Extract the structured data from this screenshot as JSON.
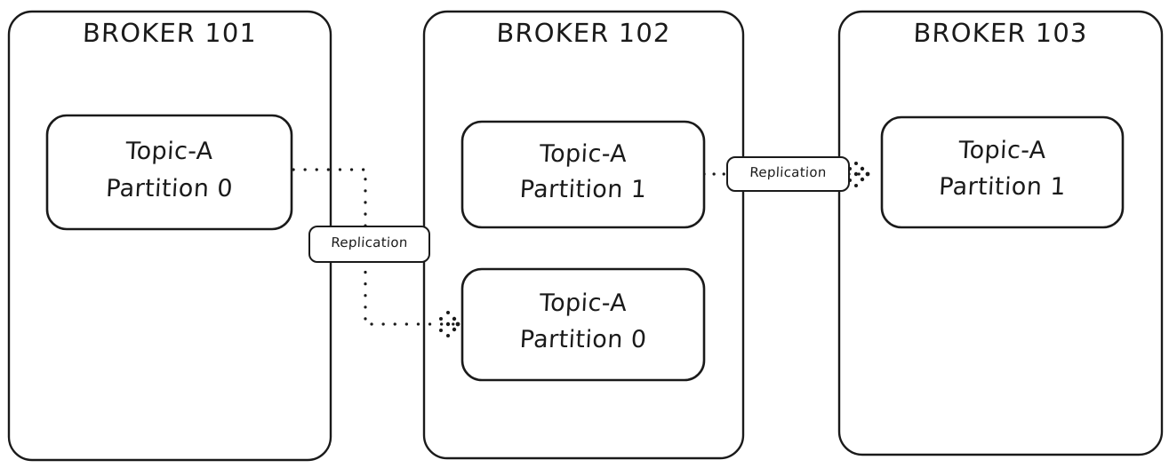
{
  "diagram": {
    "title_text_style": "hand-drawn",
    "stroke_color": "#1a1a1a",
    "fill_color": "#ffffff",
    "brokers": [
      {
        "id": "broker-101",
        "title": "BROKER 101",
        "partitions": [
          {
            "id": "b101-topic-a-p0",
            "line1": "Topic-A",
            "line2": "Partition 0"
          }
        ]
      },
      {
        "id": "broker-102",
        "title": "BROKER 102",
        "partitions": [
          {
            "id": "b102-topic-a-p1",
            "line1": "Topic-A",
            "line2": "Partition 1"
          },
          {
            "id": "b102-topic-a-p0",
            "line1": "Topic-A",
            "line2": "Partition 0"
          }
        ]
      },
      {
        "id": "broker-103",
        "title": "BROKER 103",
        "partitions": [
          {
            "id": "b103-topic-a-p1",
            "line1": "Topic-A",
            "line2": "Partition 1"
          }
        ]
      }
    ],
    "connectors": [
      {
        "id": "replication-101-to-102",
        "label": "Replication",
        "from": "b101-topic-a-p0",
        "to": "b102-topic-a-p0",
        "style": "dotted",
        "arrow": true
      },
      {
        "id": "replication-102-to-103",
        "label": "Replication",
        "from": "b102-topic-a-p1",
        "to": "b103-topic-a-p1",
        "style": "dotted",
        "arrow": true
      }
    ]
  }
}
